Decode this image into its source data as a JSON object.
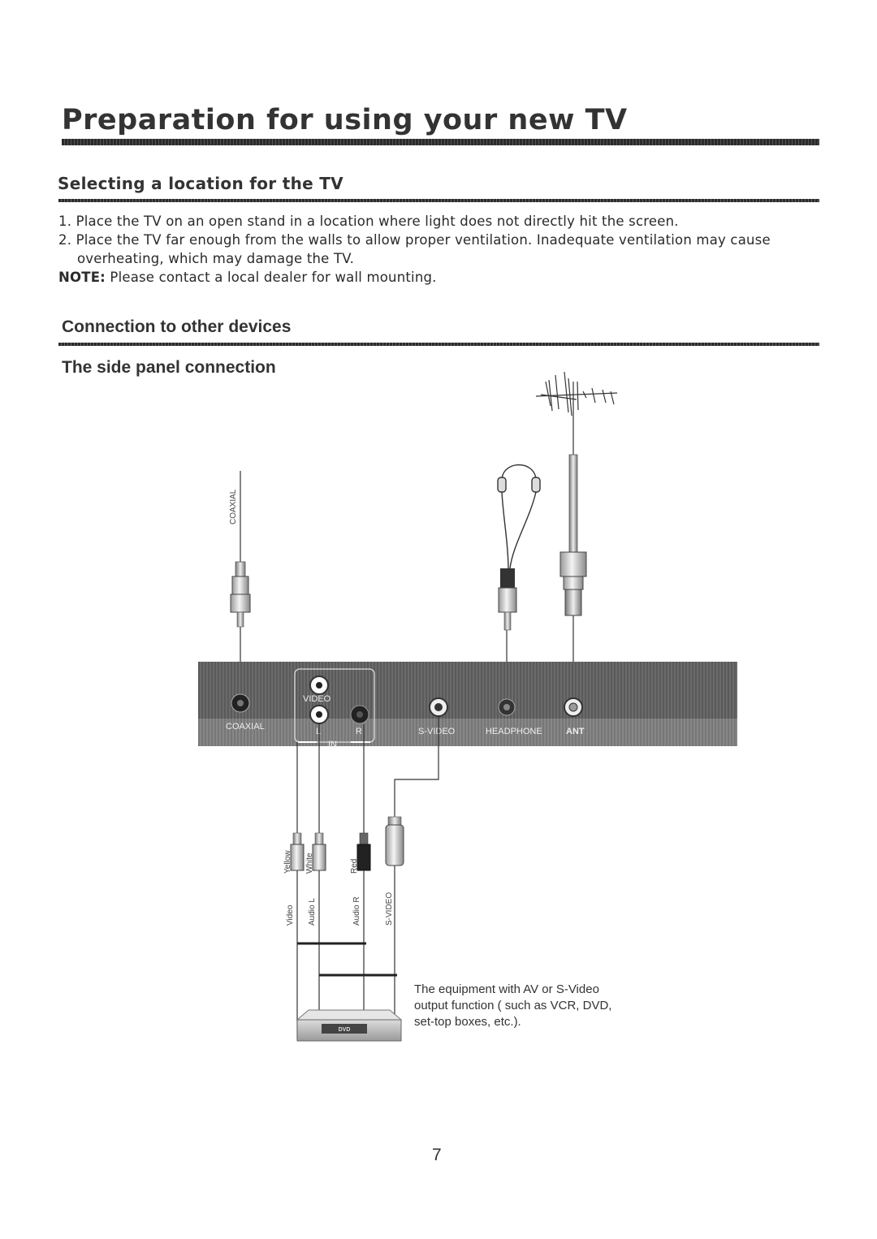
{
  "page": {
    "title": "Preparation for using your new TV",
    "page_number": "7"
  },
  "location": {
    "heading": "Selecting a location for the TV",
    "item1": "1. Place the TV on an open stand in a location where light does not directly hit the screen.",
    "item2_line1": "2. Place the TV far enough from the walls to allow proper ventilation. Inadequate ventilation may cause",
    "item2_line2": "overheating, which may damage the TV.",
    "note_label": "NOTE:",
    "note_text": " Please contact a local dealer for wall mounting."
  },
  "connection": {
    "heading": "Connection to other devices",
    "subheading": "The side panel connection",
    "equipment_note": "The equipment with AV or S-Video output function ( such as VCR, DVD, set-top boxes, etc.)."
  },
  "diagram": {
    "panel_labels": {
      "coaxial": "COAXIAL",
      "video": "VIDEO",
      "l": "L",
      "r": "R",
      "in": "IN",
      "svideo": "S-VIDEO",
      "headphone": "HEADPHONE",
      "ant": "ANT"
    },
    "cable_labels": {
      "coaxial": "COAXIAL",
      "yellow": "Yellow",
      "white": "White",
      "red": "Red",
      "video": "Video",
      "audio_l": "Audio L",
      "audio_r": "Audio R",
      "svideo": "S-VIDEO"
    },
    "device_badge": "DVD",
    "icons": [
      "antenna-icon",
      "headphones-icon",
      "dvd-player-icon"
    ]
  }
}
